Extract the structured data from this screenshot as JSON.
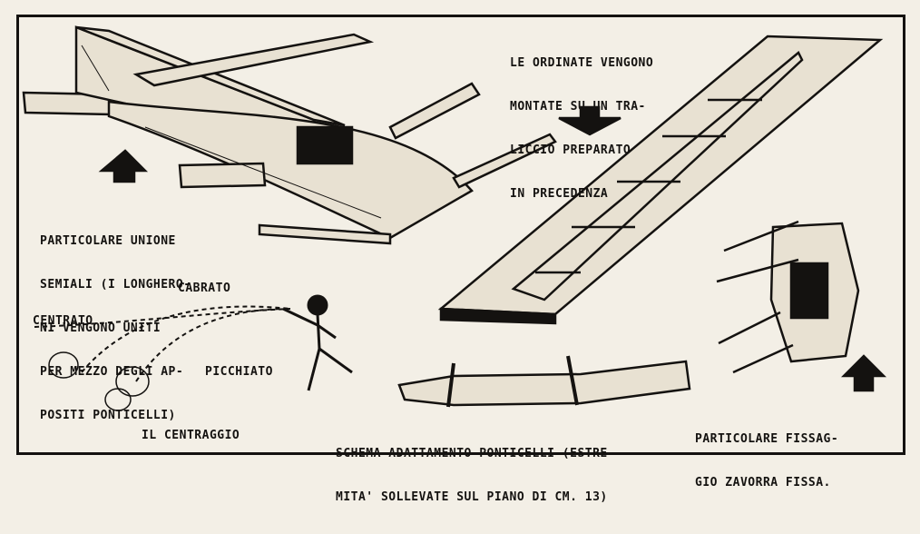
{
  "captions": {
    "ordinate_lines": [
      "LE ORDINATE VENGONO",
      "MONTATE SU UN TRA-",
      "LICCIO PREPARATO",
      "IN PRECEDENZA"
    ],
    "unione_lines": [
      "PARTICOLARE UNIONE",
      "SEMIALI (I LONGHERO-",
      "NI VENGONO UNITI",
      "PER MEZZO DEGLI AP-",
      "POSITI PONTICELLI)"
    ],
    "cabrato": "CABRATO",
    "centrato": "CENTRATO",
    "picchiato": "PICCHIATO",
    "centraggio": "IL CENTRAGGIO",
    "schema_lines": [
      "SCHEMA ADATTAMENTO PONTICELLI (ESTRE-",
      "MITA' SOLLEVATE SUL PIANO DI CM. 13)"
    ],
    "fissaggio_lines": [
      "PARTICOLARE FISSAG-",
      "GIO ZAVORRA FISSA."
    ]
  },
  "colors": {
    "ink": "#141210",
    "paper": "#f3efe6",
    "wood": "#e8e1d2"
  }
}
